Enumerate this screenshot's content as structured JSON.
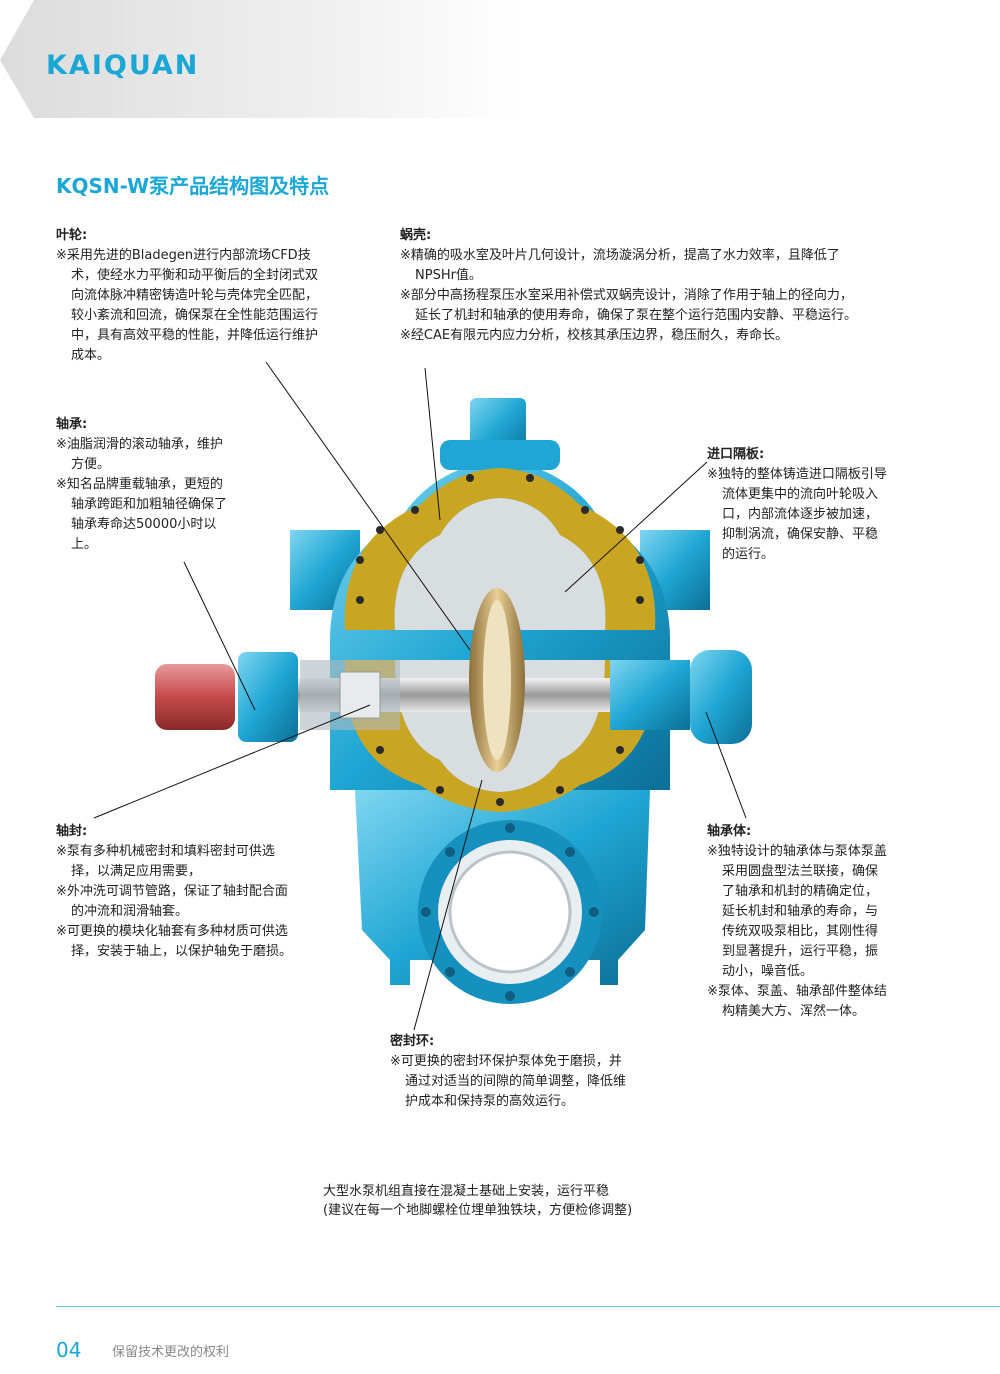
{
  "brand": "KAIQUAN",
  "title": "KQSN-W泵产品结构图及特点",
  "sections": {
    "impeller": {
      "heading": "叶轮:",
      "items": [
        "※采用先进的Bladegen进行内部流场CFD技术，使经水力平衡和动平衡后的全封闭式双向流体脉冲精密铸造叶轮与壳体完全匹配，较小紊流和回流，确保泵在全性能范围运行中，具有高效平稳的性能，并降低运行维护成本。"
      ]
    },
    "volute": {
      "heading": "蜗壳:",
      "items": [
        "※精确的吸水室及叶片几何设计，流场漩涡分析，提高了水力效率，且降低了NPSHr值。",
        "※部分中高扬程泵压水室采用补偿式双蜗壳设计，消除了作用于轴上的径向力，延长了机封和轴承的使用寿命，确保了泵在整个运行范围内安静、平稳运行。",
        "※经CAE有限元内应力分析，校核其承压边界，稳压耐久，寿命长。"
      ]
    },
    "bearing": {
      "heading": "轴承:",
      "items": [
        "※油脂润滑的滚动轴承，维护方便。",
        "※知名品牌重载轴承，更短的轴承跨距和加粗轴径确保了轴承寿命达50000小时以上。"
      ]
    },
    "inlet_baffle": {
      "heading": "进口隔板:",
      "items": [
        "※独特的整体铸造进口隔板引导流体更集中的流向叶轮吸入口，内部流体逐步被加速，抑制涡流，确保安静、平稳的运行。"
      ]
    },
    "shaft_seal": {
      "heading": "轴封:",
      "items": [
        "※泵有多种机械密封和填料密封可供选择，以满足应用需要，",
        "※外冲洗可调节管路，保证了轴封配合面的冲流和润滑轴套。",
        "※可更换的模块化轴套有多种材质可供选择，安装于轴上，以保护轴免于磨损。"
      ]
    },
    "bearing_body": {
      "heading": "轴承体:",
      "items": [
        "※独特设计的轴承体与泵体泵盖采用圆盘型法兰联接，确保了轴承和机封的精确定位，延长机封和轴承的寿命，与传统双吸泵相比，其刚性得到显著提升，运行平稳，振动小，噪音低。",
        "※泵体、泵盖、轴承部件整体结构精美大方、浑然一体。"
      ]
    },
    "seal_ring": {
      "heading": "密封环:",
      "items": [
        "※可更换的密封环保护泵体免于磨损，并通过对适当的间隙的简单调整，降低维护成本和保持泵的高效运行。"
      ]
    }
  },
  "caption": {
    "line1": "大型水泵机组直接在混凝土基础上安装，运行平稳",
    "line2": "(建议在每一个地脚螺栓位埋单独铁块，方便检修调整)"
  },
  "footer": {
    "page_number": "04",
    "note": "保留技术更改的权利"
  },
  "colors": {
    "brand_blue": "#1aa7d6",
    "casing_blue": "#1fa6d4",
    "section_yellow": "#c9a521",
    "motor_red": "#c44a4a",
    "bronze": "#c8a868"
  }
}
